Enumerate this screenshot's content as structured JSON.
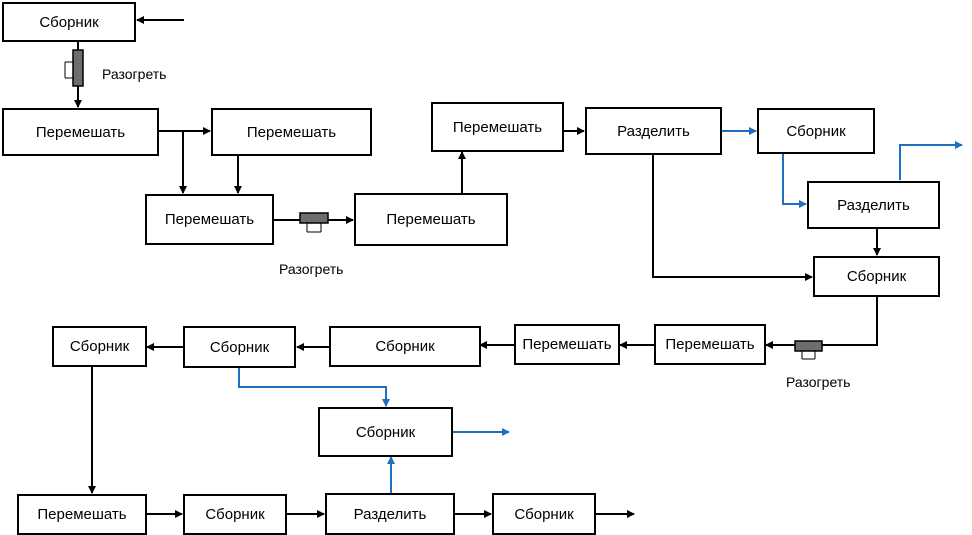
{
  "labels": {
    "collector": "Сборник",
    "mix": "Перемешать",
    "split": "Разделить",
    "heat": "Разогреть"
  },
  "colors": {
    "line": "#000000",
    "flow_blue": "#1f6fbf",
    "heater_fill": "#6e6e6e"
  },
  "nodes": [
    {
      "id": "n1",
      "kind": "collector"
    },
    {
      "id": "n2",
      "kind": "mix"
    },
    {
      "id": "n3",
      "kind": "mix"
    },
    {
      "id": "n4",
      "kind": "mix"
    },
    {
      "id": "n5",
      "kind": "mix"
    },
    {
      "id": "n6",
      "kind": "mix"
    },
    {
      "id": "n7",
      "kind": "split"
    },
    {
      "id": "n8",
      "kind": "collector"
    },
    {
      "id": "n9",
      "kind": "split"
    },
    {
      "id": "n10",
      "kind": "collector"
    },
    {
      "id": "n11",
      "kind": "mix"
    },
    {
      "id": "n12",
      "kind": "mix"
    },
    {
      "id": "n13",
      "kind": "collector"
    },
    {
      "id": "n14",
      "kind": "collector"
    },
    {
      "id": "n15",
      "kind": "collector"
    },
    {
      "id": "n16",
      "kind": "collector"
    },
    {
      "id": "n17",
      "kind": "mix"
    },
    {
      "id": "n18",
      "kind": "collector"
    },
    {
      "id": "n19",
      "kind": "split"
    },
    {
      "id": "n20",
      "kind": "collector"
    }
  ],
  "heaters": [
    {
      "id": "h1",
      "kind": "heat"
    },
    {
      "id": "h2",
      "kind": "heat"
    },
    {
      "id": "h3",
      "kind": "heat"
    }
  ]
}
